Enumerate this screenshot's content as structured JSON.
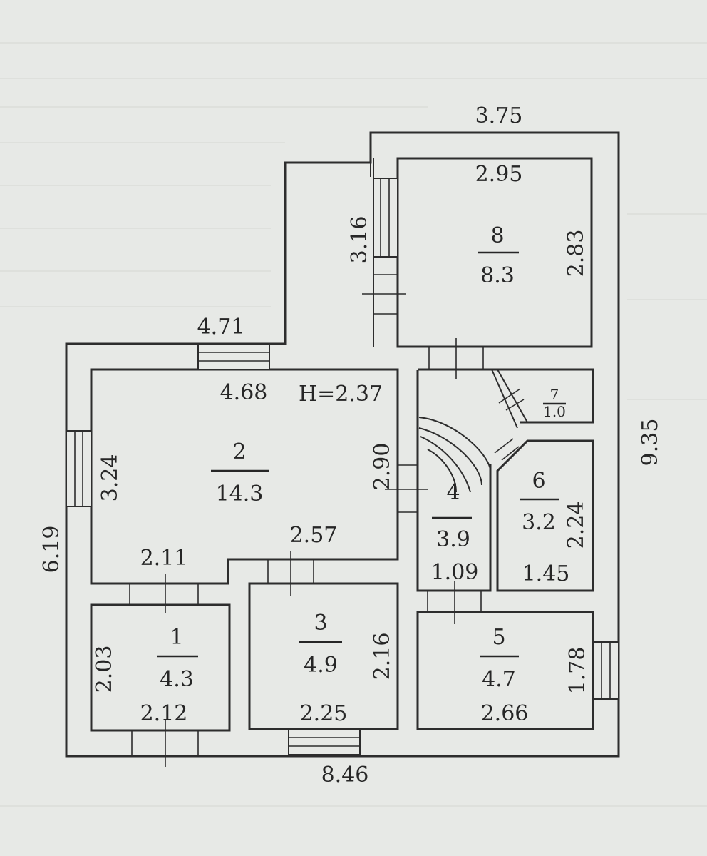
{
  "plan": {
    "height_label": "H=2.37",
    "outer": {
      "top": "3.75",
      "right": "9.35",
      "bottom": "8.46",
      "left": "6.19",
      "upper_left": "4.71"
    },
    "rooms": [
      {
        "number": "1",
        "area": "4.3"
      },
      {
        "number": "2",
        "area": "14.3"
      },
      {
        "number": "3",
        "area": "4.9"
      },
      {
        "number": "4",
        "area": "3.9"
      },
      {
        "number": "5",
        "area": "4.7"
      },
      {
        "number": "6",
        "area": "3.2"
      },
      {
        "number": "7",
        "area": "1.0"
      },
      {
        "number": "8",
        "area": "8.3"
      }
    ],
    "inner_dims": {
      "r8_top": "2.95",
      "r8_right": "2.83",
      "r8_left": "3.16",
      "r2_top": "4.68",
      "r2_left": "3.24",
      "r2_right": "2.90",
      "r2_bottom_left": "2.11",
      "r2_bottom_right": "2.57",
      "r1_left": "2.03",
      "r1_bottom": "2.12",
      "r3_right": "2.16",
      "r3_bottom": "2.25",
      "r4_bottom": "1.09",
      "r6_right": "2.24",
      "r6_bottom": "1.45",
      "r5_right": "1.78",
      "r5_bottom": "2.66"
    }
  }
}
